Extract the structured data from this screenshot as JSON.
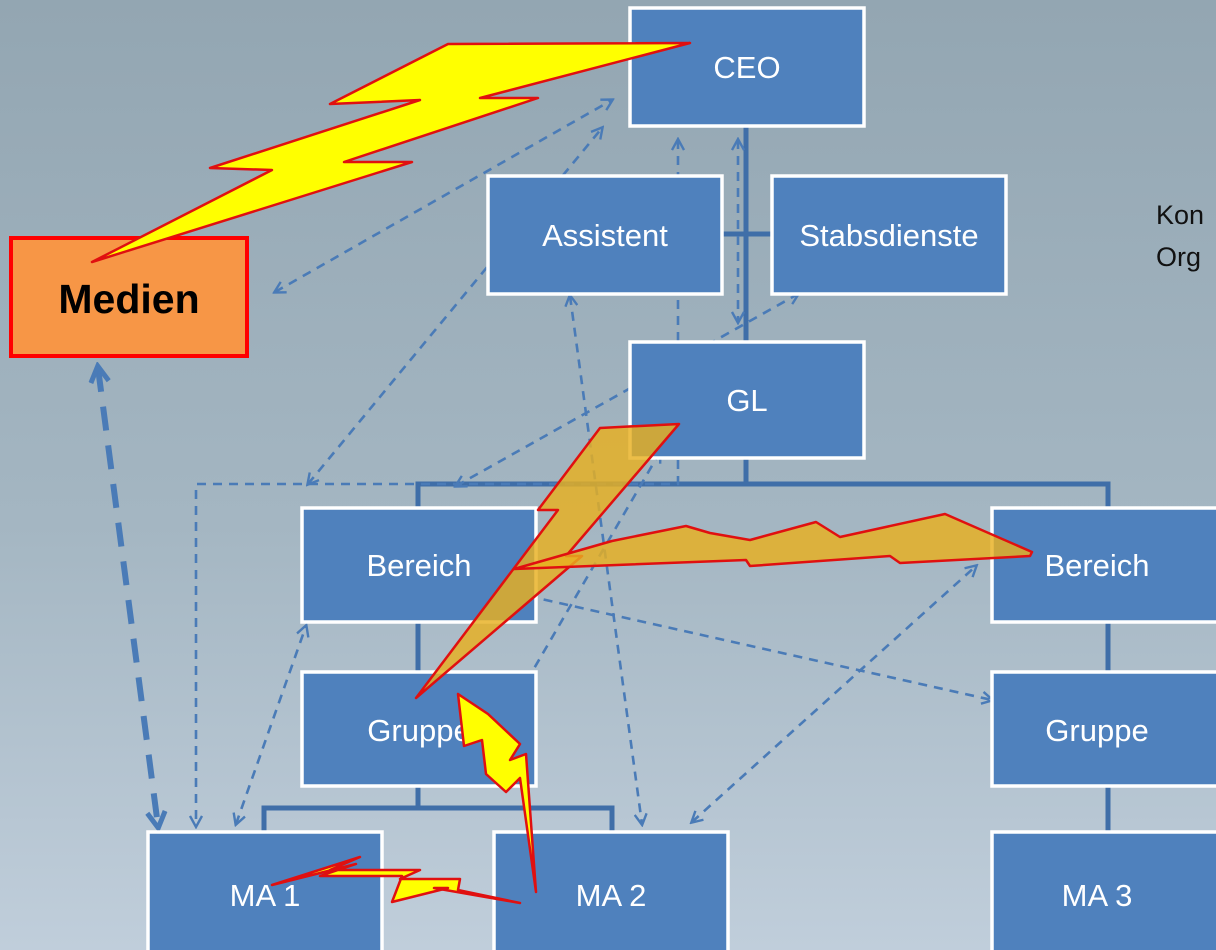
{
  "nodes": {
    "ceo": "CEO",
    "assistent": "Assistent",
    "stabsdienste": "Stabsdienste",
    "gl": "GL",
    "bereich_left": "Bereich",
    "bereich_right": "Bereich",
    "gruppe_left": "Gruppe",
    "gruppe_right": "Gruppe",
    "ma1": "MA 1",
    "ma2": "MA 2",
    "ma3": "MA 3",
    "medien": "Medien"
  },
  "side_text": {
    "line1": "Kon",
    "line2": "Org"
  },
  "colors": {
    "box_fill": "#4f81bd",
    "box_border": "#ffffff",
    "medien_fill": "#f79646",
    "medien_border": "#ff0000",
    "bolt_yellow": "#ffff00",
    "bolt_orange": "#e8b020",
    "bolt_outline": "#e01010",
    "arrow": "#4a7bb7"
  },
  "icons": [
    "lightning-bolt-icon",
    "dashed-arrow-icon"
  ]
}
